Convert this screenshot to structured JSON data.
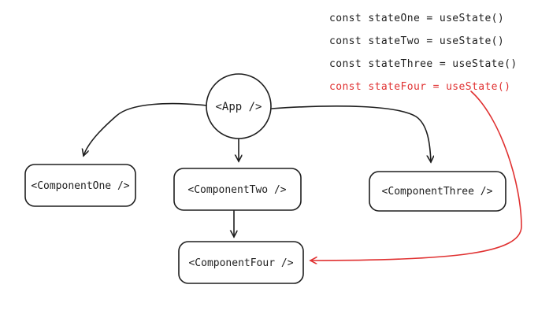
{
  "colors": {
    "ink": "#1e1e1e",
    "accent-red": "#e03131",
    "background": "#ffffff"
  },
  "code_panel": {
    "lines": [
      {
        "text": "const stateOne = useState()",
        "color": "ink"
      },
      {
        "text": "const stateTwo = useState()",
        "color": "ink"
      },
      {
        "text": "const stateThree = useState()",
        "color": "ink"
      },
      {
        "text": "const stateFour = useState()",
        "color": "accent-red"
      }
    ]
  },
  "diagram": {
    "root": {
      "label": "<App />",
      "shape": "circle"
    },
    "components": [
      {
        "label": "<ComponentOne />",
        "shape": "rounded-rect"
      },
      {
        "label": "<ComponentTwo />",
        "shape": "rounded-rect"
      },
      {
        "label": "<ComponentThree />",
        "shape": "rounded-rect"
      },
      {
        "label": "<ComponentFour />",
        "shape": "rounded-rect"
      }
    ],
    "edges": [
      {
        "id": "app-to-componentone",
        "from": "<App />",
        "to": "<ComponentOne />",
        "color": "ink"
      },
      {
        "id": "app-to-componenttwo",
        "from": "<App />",
        "to": "<ComponentTwo />",
        "color": "ink"
      },
      {
        "id": "app-to-componentthree",
        "from": "<App />",
        "to": "<ComponentThree />",
        "color": "ink"
      },
      {
        "id": "componenttwo-to-componentfour",
        "from": "<ComponentTwo />",
        "to": "<ComponentFour />",
        "color": "ink"
      },
      {
        "id": "statefour-to-componentfour",
        "from": "const stateFour = useState()",
        "to": "<ComponentFour />",
        "color": "accent-red"
      }
    ]
  }
}
